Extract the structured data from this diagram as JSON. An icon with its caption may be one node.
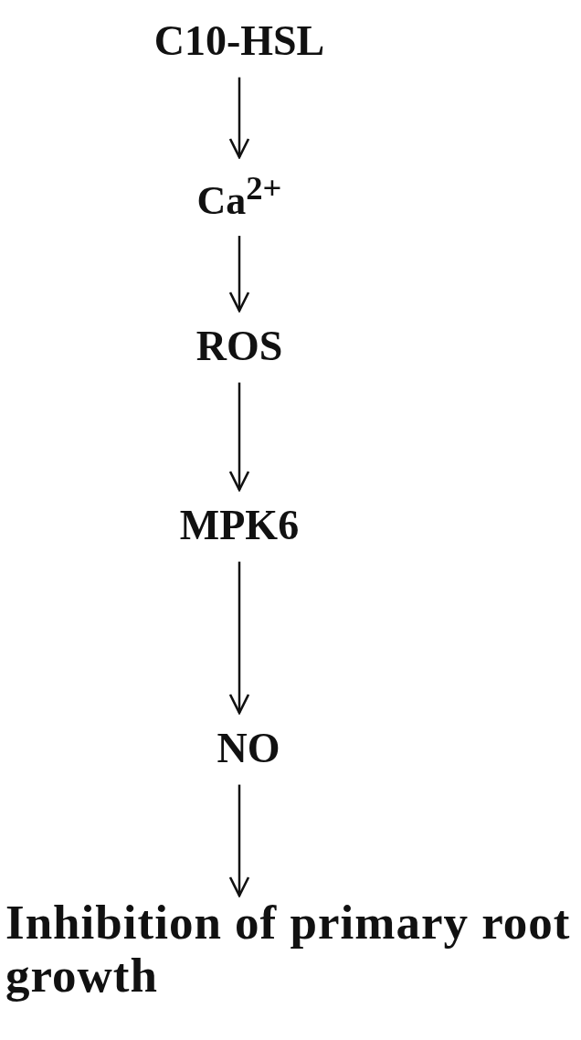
{
  "diagram": {
    "nodes": [
      {
        "text": [
          "C10-HSL"
        ]
      },
      {
        "text": [
          "Ca$^{2+}$"
        ]
      },
      {
        "text": [
          "ROS"
        ]
      },
      {
        "text": [
          "MPK6"
        ]
      },
      {
        "text": [
          "NO"
        ]
      },
      {
        "text": [
          "Inhibition of primary root growth"
        ]
      }
    ],
    "edges": [
      {
        "from": 0,
        "to": 1,
        "arrow": "to"
      },
      {
        "from": 1,
        "to": 2,
        "arrow": "to"
      },
      {
        "from": 2,
        "to": 3,
        "arrow": "to"
      },
      {
        "from": 3,
        "to": 4,
        "arrow": "to"
      },
      {
        "from": 4,
        "to": 5,
        "arrow": "to"
      }
    ]
  }
}
